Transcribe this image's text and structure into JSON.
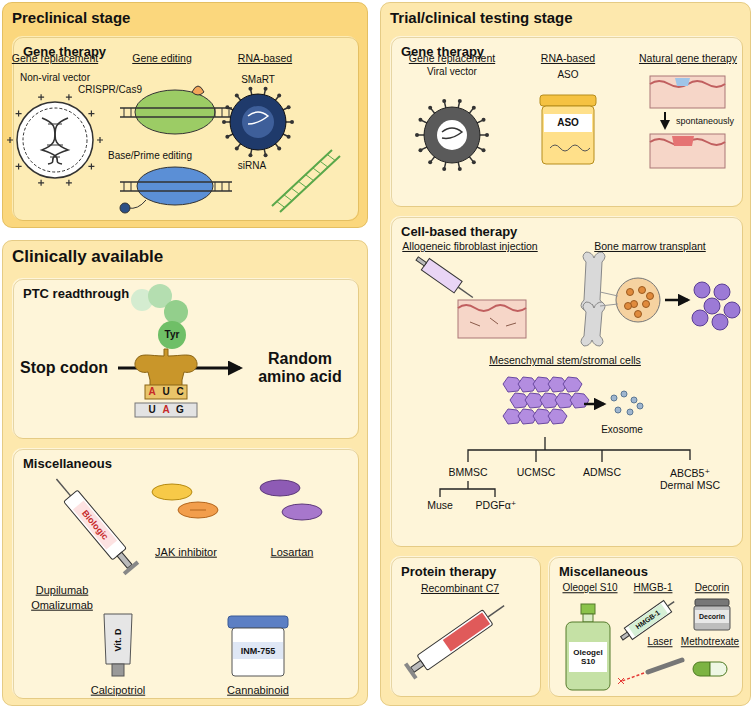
{
  "diagram": {
    "nodes": [
      {
        "text": [
          "Preclinical stage"
        ]
      },
      {
        "text": [
          "Gene therapy"
        ],
        "in": 0
      },
      {
        "text": [
          "Clinically available"
        ]
      },
      {
        "text": [
          "PTC readthrough"
        ],
        "in": 2
      },
      {
        "text": [
          "Miscellaneous"
        ],
        "in": 2
      },
      {
        "text": [
          "Trial/clinical testing stage"
        ]
      },
      {
        "text": [
          "Gene therapy"
        ],
        "in": 5
      },
      {
        "text": [
          "Cell-based therapy"
        ],
        "in": 5
      },
      {
        "text": [
          "Protein therapy"
        ],
        "in": 5
      },
      {
        "text": [
          "Miscellaneous"
        ],
        "in": 5
      }
    ],
    "labels": [
      "Gene replacement",
      "Gene editing",
      "RNA-based",
      "Non-viral vector",
      "CRISPR/Cas9",
      "Base/Prime editing",
      "SMaRT",
      "siRNA",
      "Tyr",
      "A",
      "U",
      "C",
      "U",
      "A",
      "G",
      "Stop codon",
      "Random amino acid",
      "Biologic",
      "Dupilumab",
      "Omalizumab",
      "JAK inhibitor",
      "Losartan",
      "Vit. D",
      "INM-755",
      "Calcipotriol",
      "Cannabinoid",
      "Gene replacement",
      "RNA-based",
      "Natural gene therapy",
      "Viral vector",
      "ASO",
      "ASO",
      "spontaneously",
      "Allogeneic fibroblast injection",
      "Bone marrow transplant",
      "Mesenchymal stem/stromal cells",
      "Exosome",
      "BMMSC",
      "UCMSC",
      "ADMSC",
      "ABCB5⁺ Dermal MSC",
      "Muse",
      "PDGFα⁺",
      "Recombinant C7",
      "Oleogel S10",
      "HMGB-1",
      "Decorin",
      "Oleogel S10",
      "HMGB-1",
      "Decorin",
      "Laser",
      "Methotrexate"
    ]
  }
}
